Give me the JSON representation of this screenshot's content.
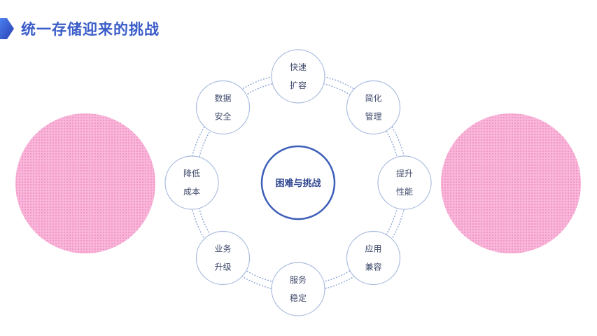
{
  "slide": {
    "title": "统一存储迎来的挑战",
    "accent_color": "#3a5cc8",
    "decor_color": "#f9b6da"
  },
  "diagram": {
    "center_label": "困难与挑战",
    "nodes": [
      {
        "id": "fast-expansion",
        "line1": "快速",
        "line2": "扩容"
      },
      {
        "id": "simplify-management",
        "line1": "简化",
        "line2": "管理"
      },
      {
        "id": "improve-performance",
        "line1": "提升",
        "line2": "性能"
      },
      {
        "id": "app-compatibility",
        "line1": "应用",
        "line2": "兼容"
      },
      {
        "id": "service-stability",
        "line1": "服务",
        "line2": "稳定"
      },
      {
        "id": "business-upgrade",
        "line1": "业务",
        "line2": "升级"
      },
      {
        "id": "reduce-cost",
        "line1": "降低",
        "line2": "成本"
      },
      {
        "id": "data-security",
        "line1": "数据",
        "line2": "安全"
      }
    ]
  }
}
